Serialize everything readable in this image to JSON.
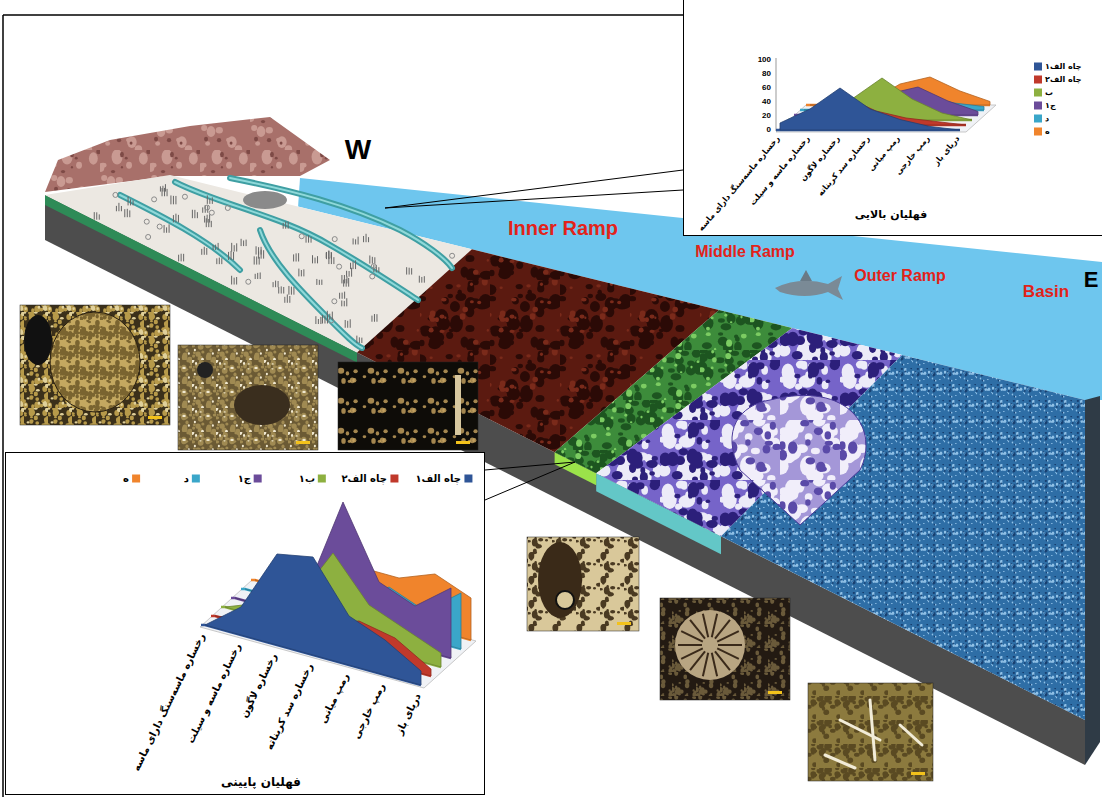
{
  "diagram": {
    "nodes": [
      {
        "text": [
          "فهلیان بالایی"
        ]
      },
      {
        "text": [
          "فهلیان پایینی"
        ]
      }
    ],
    "labels": [
      "W",
      "E",
      "Inner Ramp",
      "Middle Ramp",
      "Outer Ramp",
      "Basin",
      "100",
      "80",
      "60",
      "40",
      "20",
      "0",
      "رخساره ماسه‌سنگ دارای ماسه",
      "رخساره ماسه و سیلت",
      "رخساره لاگون",
      "رخساره سد کربناته",
      "رمپ میانی",
      "رمپ خارجی",
      "دریای باز",
      "رخساره ماسه‌سنگ دارای ماسه",
      "رخساره ماسه و سیلت",
      "رخساره لاگون",
      "رخساره سد کربناته",
      "رمپ میانی",
      "رمپ خارجی",
      "دریای باز"
    ],
    "legend": [
      {
        "text": "چاه الف۱",
        "color": "#2f5597"
      },
      {
        "text": "چاه الف۲",
        "color": "#c0392b"
      },
      {
        "text": "ب",
        "color": "#8db040"
      },
      {
        "text": "ج۱",
        "color": "#6b4c9a"
      },
      {
        "text": "د",
        "color": "#3aa6c9"
      },
      {
        "text": "ه",
        "color": "#f0842c"
      },
      {
        "text": "چاه الف۱",
        "color": "#2f5597"
      },
      {
        "text": "چاه الف۲",
        "color": "#c0392b"
      },
      {
        "text": "ب۱",
        "color": "#8db040"
      },
      {
        "text": "ج۱",
        "color": "#6b4c9a"
      },
      {
        "text": "د",
        "color": "#3aa6c9"
      },
      {
        "text": "ه",
        "color": "#f0842c"
      }
    ]
  }
}
